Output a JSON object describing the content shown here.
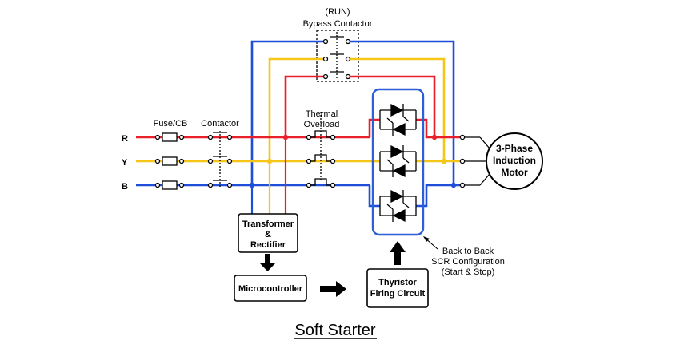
{
  "labels": {
    "run": "(RUN)",
    "bypass": "Bypass Contactor",
    "fuse_cb": "Fuse/CB",
    "contactor": "Contactor",
    "thermal": "Thermal",
    "overload": "Overload",
    "phase_r": "R",
    "phase_y": "Y",
    "phase_b": "B",
    "motor": [
      "3-Phase",
      "Induction",
      "Motor"
    ],
    "transformer": [
      "Transformer",
      "&",
      "Rectifier"
    ],
    "microcontroller": "Microcontroller",
    "thyristor": [
      "Thyristor",
      "Firing Circuit"
    ],
    "scr_note": [
      "Back to Back",
      "SCR Configuration",
      "(Start & Stop)"
    ],
    "title": "Soft Starter"
  },
  "colors": {
    "r_phase": "#e8202a",
    "y_phase": "#f5c518",
    "b_phase": "#1f4fd8",
    "scr_box": "#2d5fd6",
    "ink": "#000000"
  }
}
